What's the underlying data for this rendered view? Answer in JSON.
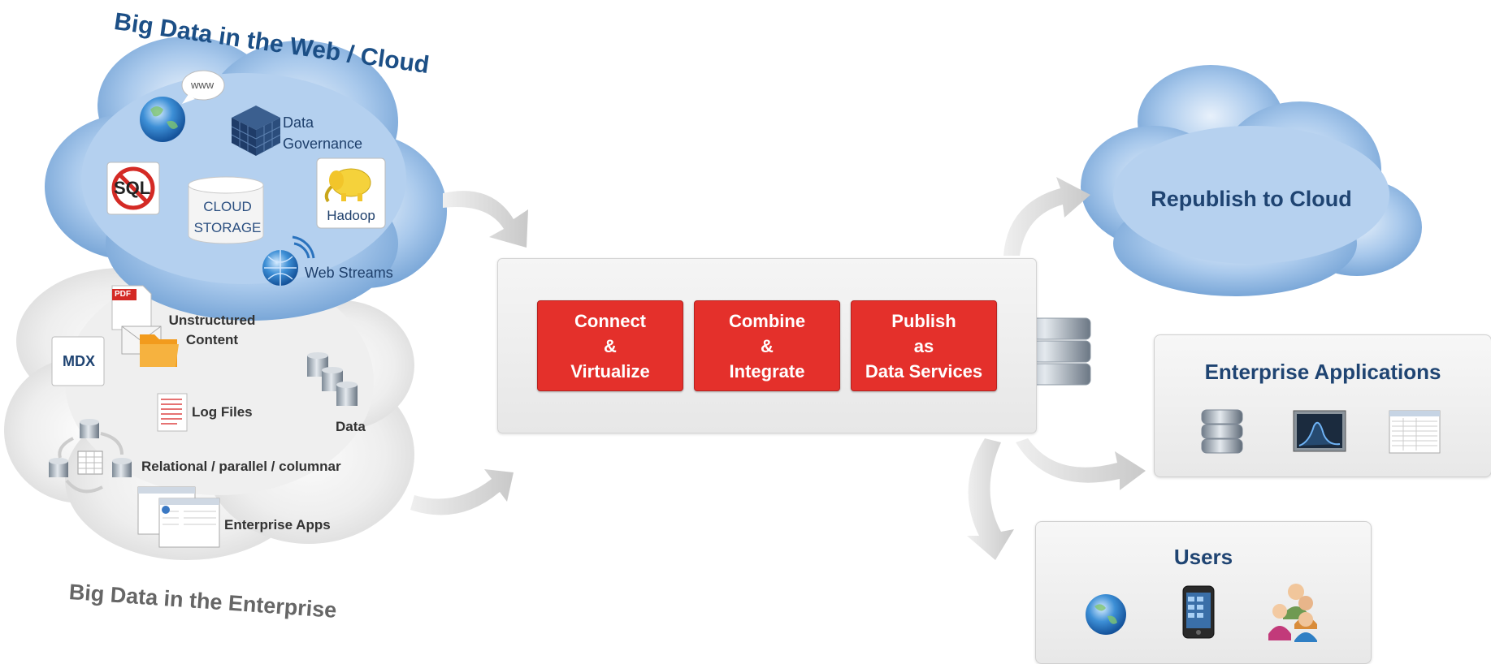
{
  "web_cloud": {
    "title": "Big Data in the Web / Cloud",
    "items": {
      "www": "www",
      "data_governance": "Data Governance",
      "sql": "SQL",
      "cloud_storage": "CLOUD STORAGE",
      "hadoop": "Hadoop",
      "web_streams": "Web Streams"
    }
  },
  "enterprise_cloud": {
    "title": "Big Data in the Enterprise",
    "items": {
      "pdf": "PDF",
      "unstructured": "Unstructured Content",
      "mdx": "MDX",
      "log_files": "Log Files",
      "data": "Data",
      "relational": "Relational / parallel / columnar",
      "enterprise_apps": "Enterprise Apps"
    }
  },
  "process": {
    "steps": [
      {
        "lines": [
          "Connect",
          "&",
          "Virtualize"
        ]
      },
      {
        "lines": [
          "Combine",
          "&",
          "Integrate"
        ]
      },
      {
        "lines": [
          "Publish",
          "as",
          "Data Services"
        ]
      }
    ]
  },
  "outputs": {
    "republish": "Republish to Cloud",
    "enterprise_applications": "Enterprise Applications",
    "users": "Users"
  },
  "colors": {
    "red": "#e4302b",
    "navy": "#1f4472",
    "cloud_blue": "#8fb8e4"
  }
}
